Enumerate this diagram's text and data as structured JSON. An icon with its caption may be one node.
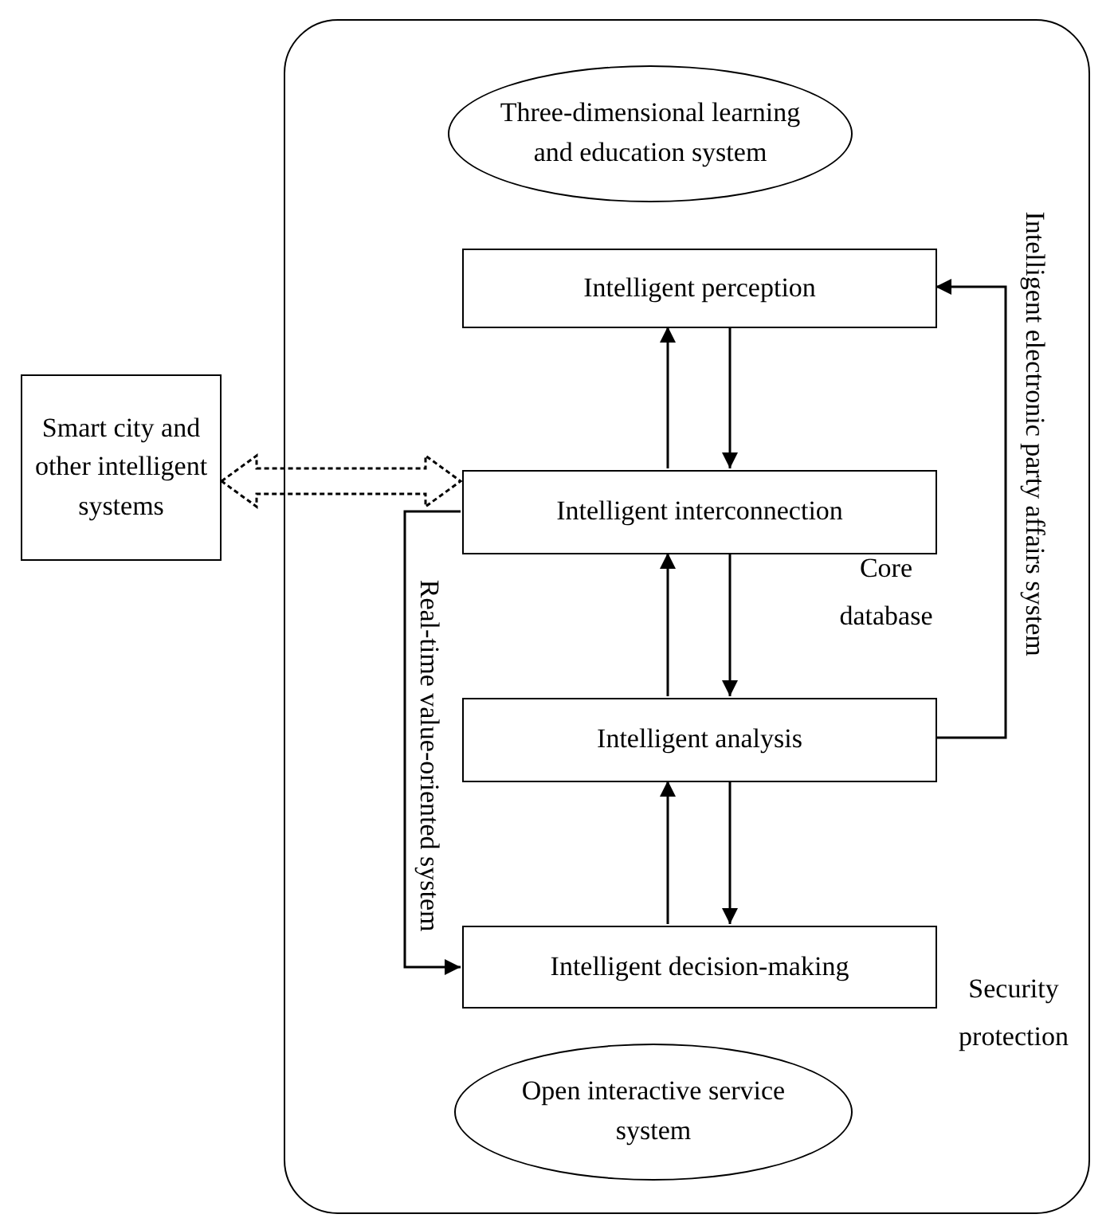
{
  "diagram": {
    "nodes": [
      {
        "text": [],
        "shape": "box"
      },
      {
        "text": [
          "Three-dimensional learning and education system"
        ],
        "in": 0
      },
      {
        "text": [
          "Intelligent perception"
        ],
        "in": 0
      },
      {
        "text": [
          "Smart city and other intelligent systems"
        ]
      },
      {
        "text": [
          "Intelligent interconnection"
        ],
        "in": 0
      },
      {
        "text": [
          "Intelligent analysis"
        ],
        "in": 0
      },
      {
        "text": [
          "Intelligent decision-making"
        ],
        "in": 0
      },
      {
        "text": [
          "Open interactive service system"
        ],
        "in": 0
      }
    ],
    "edges": [
      {
        "from": 4,
        "to": 2,
        "arrow": "to"
      },
      {
        "from": 2,
        "to": 4,
        "arrow": "to"
      },
      {
        "from": 5,
        "to": 4,
        "arrow": "to"
      },
      {
        "from": 4,
        "to": 5,
        "arrow": "to"
      },
      {
        "from": 6,
        "to": 5,
        "arrow": "to"
      },
      {
        "from": 5,
        "to": 6,
        "arrow": "to"
      },
      {
        "from": 5,
        "to": 2,
        "arrow": "to"
      },
      {
        "from": 4,
        "to": 6,
        "arrow": "to"
      },
      {
        "from": 3,
        "to": 4,
        "arrow": "both",
        "style": "dashed"
      }
    ],
    "labels": [
      "Intelligent electronic party affairs system",
      "Core database",
      "Real-time value-oriented system",
      "Security protection"
    ]
  }
}
